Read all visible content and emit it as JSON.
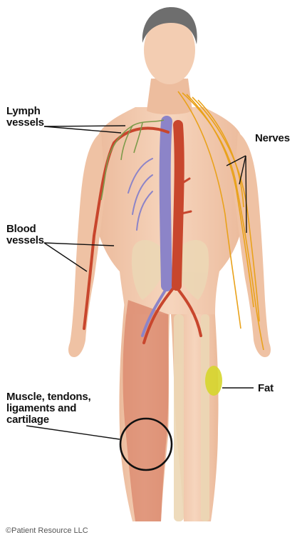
{
  "labels": {
    "lymph_vessels": "Lymph\nvessels",
    "nerves": "Nerves",
    "blood_vessels": "Blood\nvessels",
    "muscle": "Muscle, tendons,\nligaments and\ncartilage",
    "fat": "Fat"
  },
  "credit": "©Patient Resource LLC",
  "colors": {
    "skin": "#f2c9ad",
    "skin_shade": "#e9b594",
    "hair": "#6e6e6e",
    "artery": "#c8462d",
    "vein": "#8c84c8",
    "nerve": "#e9a21b",
    "lymph": "#7c9a4a",
    "bone": "#ecd7b5",
    "muscle": "#d9846a",
    "fat": "#d6d62c"
  }
}
